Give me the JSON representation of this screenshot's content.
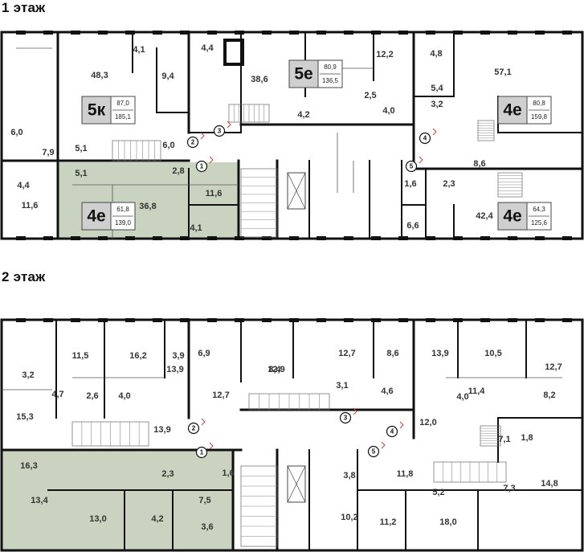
{
  "floors": [
    {
      "title": "1 этаж",
      "areas": [
        "48,3",
        "4,1",
        "9,4",
        "4,4",
        "38,6",
        "12,2",
        "4,8",
        "57,1",
        "5,4",
        "3,2",
        "2,5",
        "4,0",
        "4,2",
        "6,0",
        "7,9",
        "5,1",
        "6,0",
        "2,8",
        "5,1",
        "11,6",
        "36,8",
        "4,4",
        "11,6",
        "4,1",
        "8,6",
        "1,6",
        "2,3",
        "42,4",
        "6,6"
      ],
      "badges": [
        {
          "type": "5к",
          "total": "87,0",
          "living": "185,1"
        },
        {
          "type": "5е",
          "total": "80,9",
          "living": "136,5"
        },
        {
          "type": "4е",
          "total": "80,8",
          "living": "159,8"
        },
        {
          "type": "4е",
          "total": "61,8",
          "living": "139,0"
        },
        {
          "type": "4е",
          "total": "64,3",
          "living": "125,6"
        }
      ],
      "markers": [
        "1",
        "2",
        "3",
        "4",
        "5"
      ]
    },
    {
      "title": "2 этаж",
      "areas": [
        "11,5",
        "16,2",
        "3,9",
        "6,9",
        "12,9",
        "12,7",
        "8,6",
        "13,9",
        "10,5",
        "12,7",
        "3,2",
        "4,7",
        "2,6",
        "4,0",
        "13,9",
        "8,4",
        "12,7",
        "3,1",
        "4,6",
        "4,0",
        "11,4",
        "8,2",
        "15,3",
        "13,9",
        "12,0",
        "1,8",
        "7,1",
        "16,3",
        "2,3",
        "1,6",
        "3,8",
        "11,8",
        "5,2",
        "7,3",
        "14,8",
        "13,4",
        "13,0",
        "4,2",
        "7,5",
        "3,6",
        "10,2",
        "11,2",
        "18,0"
      ],
      "markers": [
        "1",
        "2",
        "3",
        "4",
        "5"
      ]
    }
  ],
  "colors": {
    "wall": "#111111",
    "highlight": "#c9d3bf",
    "badge": "#cfcfcf",
    "marker": "#c44040"
  }
}
